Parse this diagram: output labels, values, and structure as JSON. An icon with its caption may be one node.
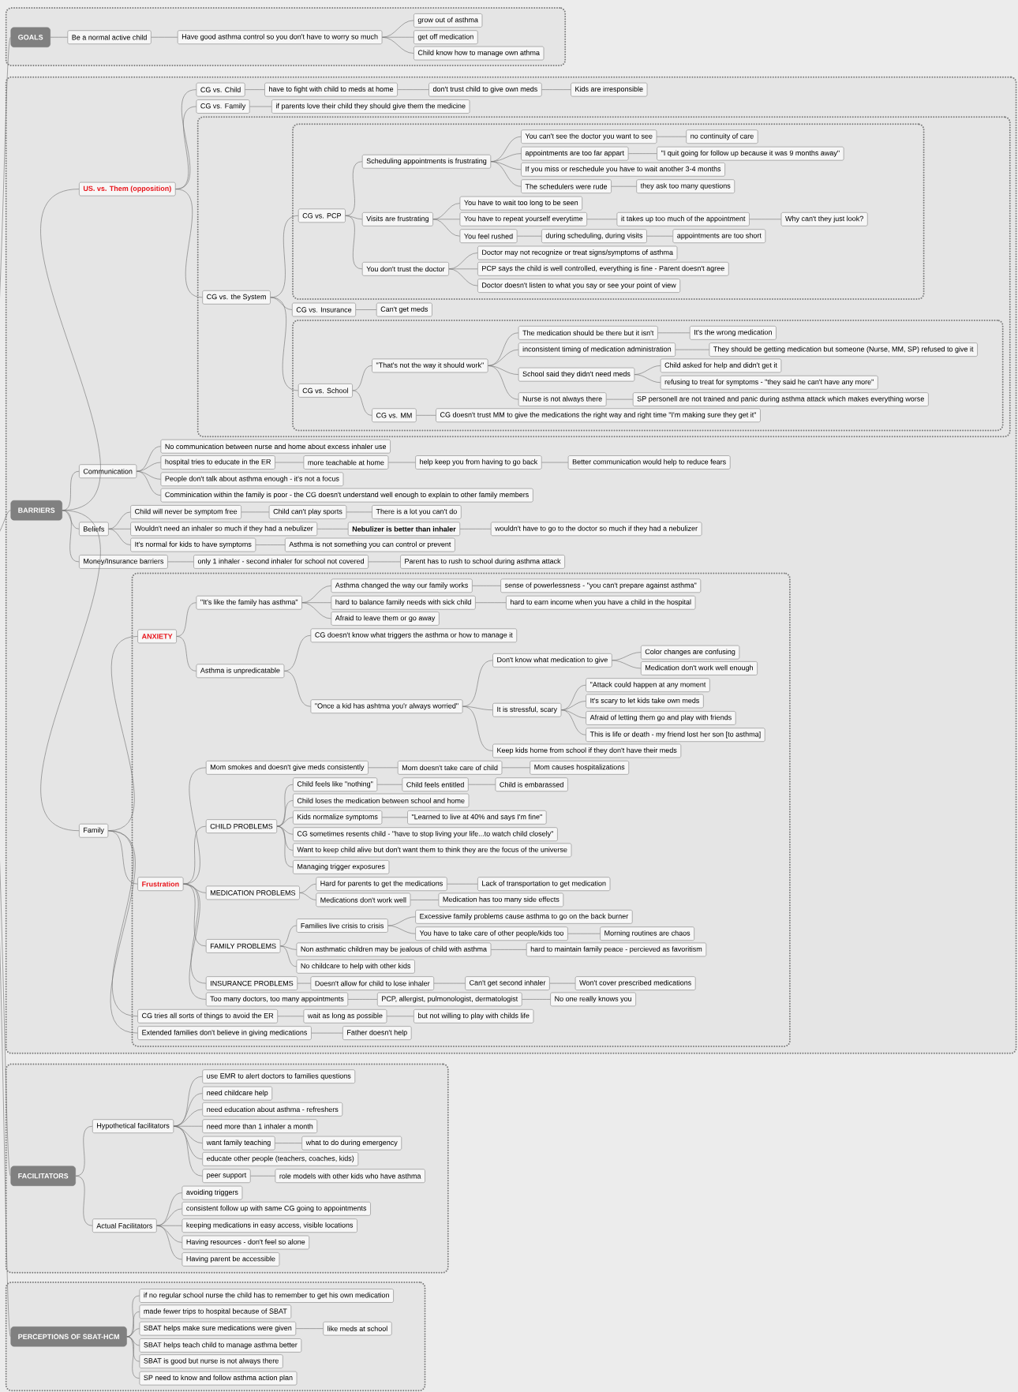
{
  "diagram": {
    "nodes": [
      {
        "text": [],
        "shape": "box"
      },
      {
        "text": [
          "GOALS"
        ],
        "in": 0
      },
      {
        "text": [
          "Be a normal active child"
        ],
        "in": 0
      },
      {
        "text": [
          "Have good asthma control so you don't have to worry so much"
        ],
        "in": 0
      },
      {
        "text": [
          "grow out of asthma"
        ],
        "in": 0
      },
      {
        "text": [
          "get off medication"
        ],
        "in": 0
      },
      {
        "text": [
          "Child know how to manage own athma"
        ],
        "in": 0
      },
      {
        "text": [],
        "shape": "box"
      },
      {
        "text": [
          "BARRIERS"
        ],
        "in": 7
      },
      {
        "text": [
          "US. vs. Them (opposition)"
        ],
        "in": 7
      },
      {
        "text": [
          "CG vs. Child"
        ],
        "in": 7
      },
      {
        "text": [
          "have to fight with child to meds at home"
        ],
        "in": 7
      },
      {
        "text": [
          "don't trust child to give own meds"
        ],
        "in": 7
      },
      {
        "text": [
          "Kids are irresponsible"
        ],
        "in": 7
      },
      {
        "text": [
          "CG vs. Family"
        ],
        "in": 7
      },
      {
        "text": [
          "if parents love their child they should give them the medicine"
        ],
        "in": 7
      },
      {
        "text": [],
        "shape": "box",
        "in": 7
      },
      {
        "text": [
          "CG vs. the System"
        ],
        "in": 16
      },
      {
        "text": [],
        "shape": "box",
        "in": 16
      },
      {
        "text": [
          "CG vs. PCP"
        ],
        "in": 18
      },
      {
        "text": [
          "Scheduling appointments is frustrating"
        ],
        "in": 18
      },
      {
        "text": [
          "You can't see the doctor you want to see"
        ],
        "in": 18
      },
      {
        "text": [
          "no continuity of care"
        ],
        "in": 18
      },
      {
        "text": [
          "appointments are too far appart"
        ],
        "in": 18
      },
      {
        "text": [
          "\"I quit going for follow up because it was 9 months away\""
        ],
        "in": 18
      },
      {
        "text": [
          "If you miss or reschedule you have to wait another 3-4 months"
        ],
        "in": 18
      },
      {
        "text": [
          "The schedulers were rude"
        ],
        "in": 18
      },
      {
        "text": [
          "they ask too many questions"
        ],
        "in": 18
      },
      {
        "text": [
          "Visits are frustrating"
        ],
        "in": 18
      },
      {
        "text": [
          "You have to wait too long to be seen"
        ],
        "in": 18
      },
      {
        "text": [
          "You have to repeat yourself everytime"
        ],
        "in": 18
      },
      {
        "text": [
          "it takes up too much of the appointment"
        ],
        "in": 18
      },
      {
        "text": [
          "Why can't they just look?"
        ],
        "in": 18
      },
      {
        "text": [
          "You feel rushed"
        ],
        "in": 18
      },
      {
        "text": [
          "during scheduling, during visits"
        ],
        "in": 18
      },
      {
        "text": [
          "appointments are too short"
        ],
        "in": 18
      },
      {
        "text": [
          "You don't trust the doctor"
        ],
        "in": 18
      },
      {
        "text": [
          "Doctor may not recognize or treat signs/symptoms of asthma"
        ],
        "in": 18
      },
      {
        "text": [
          "PCP says the child is well controlled, everything is fine - Parent doesn't agree"
        ],
        "in": 18
      },
      {
        "text": [
          "Doctor doesn't listen to what you say or see your point of view"
        ],
        "in": 18
      },
      {
        "text": [
          "CG vs. Insurance"
        ],
        "in": 16
      },
      {
        "text": [
          "Can't get meds"
        ],
        "in": 16
      },
      {
        "text": [],
        "shape": "box",
        "in": 16
      },
      {
        "text": [
          "CG vs. School"
        ],
        "in": 42
      },
      {
        "text": [
          "\"That's not the way it should work\""
        ],
        "in": 42
      },
      {
        "text": [
          "The medication should be there but it isn't"
        ],
        "in": 42
      },
      {
        "text": [
          "It's the wrong medication"
        ],
        "in": 42
      },
      {
        "text": [
          "inconsistent timing of medication administration"
        ],
        "in": 42
      },
      {
        "text": [
          "They should be getting medication but someone (Nurse, MM, SP) refused to give it"
        ],
        "in": 42
      },
      {
        "text": [
          "School said they didn't need meds"
        ],
        "in": 42
      },
      {
        "text": [
          "Child asked for help and didn't get it"
        ],
        "in": 42
      },
      {
        "text": [
          "refusing to treat for symptoms - \"they said he can't have any more\""
        ],
        "in": 42
      },
      {
        "text": [
          "Nurse is not always there"
        ],
        "in": 42
      },
      {
        "text": [
          "SP personell are not trained and panic during asthma attack which makes everything worse"
        ],
        "in": 42
      },
      {
        "text": [
          "CG vs. MM"
        ],
        "in": 42
      },
      {
        "text": [
          "CG doesn't trust MM to give the medications the right way and right time \"I'm making sure they get it\""
        ],
        "in": 42
      },
      {
        "text": [
          "Communication"
        ],
        "in": 7
      },
      {
        "text": [
          "No communication between nurse and home about excess inhaler use"
        ],
        "in": 7
      },
      {
        "text": [
          "hospital tries to educate in the ER"
        ],
        "in": 7
      },
      {
        "text": [
          "more teachable at home"
        ],
        "in": 7
      },
      {
        "text": [
          "help keep you from having to go back"
        ],
        "in": 7
      },
      {
        "text": [
          "Better communication would help to reduce fears"
        ],
        "in": 7
      },
      {
        "text": [
          "People don't talk about asthma enough - it's not a focus"
        ],
        "in": 7
      },
      {
        "text": [
          "Comminication within the family is poor - the CG doesn't understand well enough to explain to other family members"
        ],
        "in": 7
      },
      {
        "text": [
          "Beliefs"
        ],
        "in": 7
      },
      {
        "text": [
          "Child will never be symptom free"
        ],
        "in": 7
      },
      {
        "text": [
          "Child can't play sports"
        ],
        "in": 7
      },
      {
        "text": [
          "There is a lot you can't do"
        ],
        "in": 7
      },
      {
        "text": [
          "Wouldn't need an inhaler so much if they had a nebulizer"
        ],
        "in": 7
      },
      {
        "text": [
          "Nebulizer is better than inhaler"
        ],
        "in": 7
      },
      {
        "text": [
          "wouldn't have to go to the doctor so much if they had a nebulizer"
        ],
        "in": 7
      },
      {
        "text": [
          "It's normal for kids to have symptoms"
        ],
        "in": 7
      },
      {
        "text": [
          "Asthma is not something you can control or prevent"
        ],
        "in": 7
      },
      {
        "text": [
          "Money/Insurance barriers"
        ],
        "in": 7
      },
      {
        "text": [
          "only 1 inhaler - second inhaler for school not covered"
        ],
        "in": 7
      },
      {
        "text": [
          "Parent has to rush to school during asthma attack"
        ],
        "in": 7
      },
      {
        "text": [
          "Family"
        ],
        "in": 7
      },
      {
        "text": [],
        "shape": "box",
        "in": 7
      },
      {
        "text": [
          "ANXIETY"
        ],
        "in": 77
      },
      {
        "text": [
          "\"It's like the family has asthma\""
        ],
        "in": 77
      },
      {
        "text": [
          "Asthma changed the way our family works"
        ],
        "in": 77
      },
      {
        "text": [
          "sense of powerlessness - \"you can't prepare against asthma\""
        ],
        "in": 77
      },
      {
        "text": [
          "hard to balance family needs with sick child"
        ],
        "in": 77
      },
      {
        "text": [
          "hard to earn income when you have a child in the hospital"
        ],
        "in": 77
      },
      {
        "text": [
          "Afraid to leave them or go away"
        ],
        "in": 77
      },
      {
        "text": [
          "Asthma is unpredicatable"
        ],
        "in": 77
      },
      {
        "text": [
          "CG doesn't know what triggers the asthma or how to manage it"
        ],
        "in": 77
      },
      {
        "text": [
          "\"Once a kid has ashtma you'r always worried\""
        ],
        "in": 77
      },
      {
        "text": [
          "Don't know what medication to give"
        ],
        "in": 77
      },
      {
        "text": [
          "Color changes are confusing"
        ],
        "in": 77
      },
      {
        "text": [
          "Medication don't work well enough"
        ],
        "in": 77
      },
      {
        "text": [
          "It is stressful, scary"
        ],
        "in": 77
      },
      {
        "text": [
          "\"Attack could happen at any moment"
        ],
        "in": 77
      },
      {
        "text": [
          "It's scary to let kids take own meds"
        ],
        "in": 77
      },
      {
        "text": [
          "Afraid of letting them go and play with friends"
        ],
        "in": 77
      },
      {
        "text": [
          "This is life or death - my friend lost her son [to asthma]"
        ],
        "in": 77
      },
      {
        "text": [
          "Keep kids home from school if they don't have their meds"
        ],
        "in": 77
      },
      {
        "text": [
          "Frustration"
        ],
        "in": 77
      },
      {
        "text": [
          "Mom smokes and doesn't give meds consistently"
        ],
        "in": 77
      },
      {
        "text": [
          "Mom doesn't take care of child"
        ],
        "in": 77
      },
      {
        "text": [
          "Mom causes hospitalizations"
        ],
        "in": 77
      },
      {
        "text": [
          "CHILD PROBLEMS"
        ],
        "in": 77
      },
      {
        "text": [
          "Child feels like \"nothing\""
        ],
        "in": 77
      },
      {
        "text": [
          "Child feels entitled"
        ],
        "in": 77
      },
      {
        "text": [
          "Child is embarassed"
        ],
        "in": 77
      },
      {
        "text": [
          "Child loses the medication between school and home"
        ],
        "in": 77
      },
      {
        "text": [
          "Kids normalize symptoms"
        ],
        "in": 77
      },
      {
        "text": [
          "\"Learned to live at 40% and says I'm fine\""
        ],
        "in": 77
      },
      {
        "text": [
          "CG sometimes resents child - \"have to stop living your life...to watch child closely\""
        ],
        "in": 77
      },
      {
        "text": [
          "Want to keep child alive but don't want them to think they are the focus of the universe"
        ],
        "in": 77
      },
      {
        "text": [
          "Managing trigger exposures"
        ],
        "in": 77
      },
      {
        "text": [
          "MEDICATION PROBLEMS"
        ],
        "in": 77
      },
      {
        "text": [
          "Hard for parents to get the medications"
        ],
        "in": 77
      },
      {
        "text": [
          "Lack of transportation to get medication"
        ],
        "in": 77
      },
      {
        "text": [
          "Medications don't work well"
        ],
        "in": 77
      },
      {
        "text": [
          "Medication has too many side effects"
        ],
        "in": 77
      },
      {
        "text": [
          "FAMILY PROBLEMS"
        ],
        "in": 77
      },
      {
        "text": [
          "Families live crisis to crisis"
        ],
        "in": 77
      },
      {
        "text": [
          "Excessive family problems cause asthma to go on the back burner"
        ],
        "in": 77
      },
      {
        "text": [
          "You have to take care of other people/kids too"
        ],
        "in": 77
      },
      {
        "text": [
          "Morning routines are chaos"
        ],
        "in": 77
      },
      {
        "text": [
          "Non asthmatic children may be jealous of child with asthma"
        ],
        "in": 77
      },
      {
        "text": [
          "hard to maintain family peace - percieved as favoritism"
        ],
        "in": 77
      },
      {
        "text": [
          "No childcare to help with other kids"
        ],
        "in": 77
      },
      {
        "text": [
          "INSURANCE PROBLEMS"
        ],
        "in": 77
      },
      {
        "text": [
          "Doesn't allow for child to lose inhaler"
        ],
        "in": 77
      },
      {
        "text": [
          "Can't get second inhaler"
        ],
        "in": 77
      },
      {
        "text": [
          "Won't cover prescribed medications"
        ],
        "in": 77
      },
      {
        "text": [
          "Too many doctors, too many appointments"
        ],
        "in": 77
      },
      {
        "text": [
          "PCP, allergist, pulmonologist, dermatologist"
        ],
        "in": 77
      },
      {
        "text": [
          "No one really knows you"
        ],
        "in": 77
      },
      {
        "text": [
          "CG tries all sorts of things to avoid the ER"
        ],
        "in": 77
      },
      {
        "text": [
          "wait as long as possible"
        ],
        "in": 77
      },
      {
        "text": [
          "but not willing to play with childs life"
        ],
        "in": 77
      },
      {
        "text": [
          "Extended families don't believe in giving medications"
        ],
        "in": 77
      },
      {
        "text": [
          "Father doesn't help"
        ],
        "in": 77
      },
      {
        "text": [],
        "shape": "box"
      },
      {
        "text": [
          "FACILITATORS"
        ],
        "in": 136
      },
      {
        "text": [
          "Hypothetical facilitators"
        ],
        "in": 136
      },
      {
        "text": [
          "use EMR to alert doctors to families questions"
        ],
        "in": 136
      },
      {
        "text": [
          "need childcare help"
        ],
        "in": 136
      },
      {
        "text": [
          "need education about asthma - refreshers"
        ],
        "in": 136
      },
      {
        "text": [
          "need more than 1 inhaler a month"
        ],
        "in": 136
      },
      {
        "text": [
          "want family teaching"
        ],
        "in": 136
      },
      {
        "text": [
          "what to do during emergency"
        ],
        "in": 136
      },
      {
        "text": [
          "educate other people (teachers, coaches, kids)"
        ],
        "in": 136
      },
      {
        "text": [
          "peer support"
        ],
        "in": 136
      },
      {
        "text": [
          "role models with other kids who have asthma"
        ],
        "in": 136
      },
      {
        "text": [
          "Actual Facilitators"
        ],
        "in": 136
      },
      {
        "text": [
          "avoiding triggers"
        ],
        "in": 136
      },
      {
        "text": [
          "consistent follow up with same CG going to appointments"
        ],
        "in": 136
      },
      {
        "text": [
          "keeping medications in easy access, visible locations"
        ],
        "in": 136
      },
      {
        "text": [
          "Having resources - don't feel so alone"
        ],
        "in": 136
      },
      {
        "text": [
          "Having parent be accessible"
        ],
        "in": 136
      },
      {
        "text": [],
        "shape": "box"
      },
      {
        "text": [
          "PERCEPTIONS OF SBAT-HCM"
        ],
        "in": 154
      },
      {
        "text": [
          "if no regular school nurse the child has to remember to get his own medication"
        ],
        "in": 154
      },
      {
        "text": [
          "made fewer trips to hospital because of SBAT"
        ],
        "in": 154
      },
      {
        "text": [
          "SBAT helps make sure medications were given"
        ],
        "in": 154
      },
      {
        "text": [
          "like meds at school"
        ],
        "in": 154
      },
      {
        "text": [
          "SBAT helps teach child to manage asthma better"
        ],
        "in": 154
      },
      {
        "text": [
          "SBAT is good but nurse is not always there"
        ],
        "in": 154
      },
      {
        "text": [
          "SP need to know and follow asthma action plan"
        ],
        "in": 154
      }
    ],
    "edges": [
      {
        "from": null,
        "to": 1,
        "arrow": "none"
      },
      {
        "from": 1,
        "to": 2,
        "arrow": "none"
      },
      {
        "from": 2,
        "to": 3,
        "arrow": "none"
      },
      {
        "from": 3,
        "to": 4,
        "arrow": "none"
      },
      {
        "from": 3,
        "to": 5,
        "arrow": "none"
      },
      {
        "from": 3,
        "to": 6,
        "arrow": "none"
      },
      {
        "from": null,
        "to": 8,
        "arrow": "none"
      },
      {
        "from": 8,
        "to": 9,
        "arrow": "none"
      },
      {
        "from": 9,
        "to": 10,
        "arrow": "none"
      },
      {
        "from": 10,
        "to": 11,
        "arrow": "none"
      },
      {
        "from": 11,
        "to": 12,
        "arrow": "none"
      },
      {
        "from": 12,
        "to": 13,
        "arrow": "none"
      },
      {
        "from": 9,
        "to": 14,
        "arrow": "none"
      },
      {
        "from": 14,
        "to": 15,
        "arrow": "none"
      },
      {
        "from": 9,
        "to": 17,
        "arrow": "none"
      },
      {
        "from": 17,
        "to": 19,
        "arrow": "none"
      },
      {
        "from": 19,
        "to": 20,
        "arrow": "none"
      },
      {
        "from": 20,
        "to": 21,
        "arrow": "none"
      },
      {
        "from": 21,
        "to": 22,
        "arrow": "none"
      },
      {
        "from": 20,
        "to": 23,
        "arrow": "none"
      },
      {
        "from": 23,
        "to": 24,
        "arrow": "none"
      },
      {
        "from": 20,
        "to": 25,
        "arrow": "none"
      },
      {
        "from": 20,
        "to": 26,
        "arrow": "none"
      },
      {
        "from": 26,
        "to": 27,
        "arrow": "none"
      },
      {
        "from": 19,
        "to": 28,
        "arrow": "none"
      },
      {
        "from": 28,
        "to": 29,
        "arrow": "none"
      },
      {
        "from": 28,
        "to": 30,
        "arrow": "none"
      },
      {
        "from": 30,
        "to": 31,
        "arrow": "none"
      },
      {
        "from": 31,
        "to": 32,
        "arrow": "none"
      },
      {
        "from": 28,
        "to": 33,
        "arrow": "none"
      },
      {
        "from": 33,
        "to": 34,
        "arrow": "none"
      },
      {
        "from": 34,
        "to": 35,
        "arrow": "none"
      },
      {
        "from": 19,
        "to": 36,
        "arrow": "none"
      },
      {
        "from": 36,
        "to": 37,
        "arrow": "none"
      },
      {
        "from": 36,
        "to": 38,
        "arrow": "none"
      },
      {
        "from": 36,
        "to": 39,
        "arrow": "none"
      },
      {
        "from": 17,
        "to": 40,
        "arrow": "none"
      },
      {
        "from": 40,
        "to": 41,
        "arrow": "none"
      },
      {
        "from": 17,
        "to": 43,
        "arrow": "none"
      },
      {
        "from": 43,
        "to": 44,
        "arrow": "none"
      },
      {
        "from": 44,
        "to": 45,
        "arrow": "none"
      },
      {
        "from": 45,
        "to": 46,
        "arrow": "none"
      },
      {
        "from": 44,
        "to": 47,
        "arrow": "none"
      },
      {
        "from": 47,
        "to": 48,
        "arrow": "none"
      },
      {
        "from": 44,
        "to": 49,
        "arrow": "none"
      },
      {
        "from": 49,
        "to": 50,
        "arrow": "none"
      },
      {
        "from": 49,
        "to": 51,
        "arrow": "none"
      },
      {
        "from": 44,
        "to": 52,
        "arrow": "none"
      },
      {
        "from": 52,
        "to": 53,
        "arrow": "none"
      },
      {
        "from": 43,
        "to": 54,
        "arrow": "none"
      },
      {
        "from": 54,
        "to": 55,
        "arrow": "none"
      },
      {
        "from": 8,
        "to": 56,
        "arrow": "none"
      },
      {
        "from": 56,
        "to": 57,
        "arrow": "none"
      },
      {
        "from": 56,
        "to": 58,
        "arrow": "none"
      },
      {
        "from": 58,
        "to": 59,
        "arrow": "none"
      },
      {
        "from": 59,
        "to": 60,
        "arrow": "none"
      },
      {
        "from": 60,
        "to": 61,
        "arrow": "none"
      },
      {
        "from": 56,
        "to": 62,
        "arrow": "none"
      },
      {
        "from": 56,
        "to": 63,
        "arrow": "none"
      },
      {
        "from": 8,
        "to": 64,
        "arrow": "none"
      },
      {
        "from": 64,
        "to": 65,
        "arrow": "none"
      },
      {
        "from": 65,
        "to": 66,
        "arrow": "none"
      },
      {
        "from": 66,
        "to": 67,
        "arrow": "none"
      },
      {
        "from": 64,
        "to": 68,
        "arrow": "none"
      },
      {
        "from": 68,
        "to": 69,
        "arrow": "none"
      },
      {
        "from": 69,
        "to": 70,
        "arrow": "none"
      },
      {
        "from": 64,
        "to": 71,
        "arrow": "none"
      },
      {
        "from": 71,
        "to": 72,
        "arrow": "none"
      },
      {
        "from": 8,
        "to": 73,
        "arrow": "none"
      },
      {
        "from": 73,
        "to": 74,
        "arrow": "none"
      },
      {
        "from": 74,
        "to": 75,
        "arrow": "none"
      },
      {
        "from": 8,
        "to": 76,
        "arrow": "none"
      },
      {
        "from": 76,
        "to": 78,
        "arrow": "none"
      },
      {
        "from": 78,
        "to": 79,
        "arrow": "none"
      },
      {
        "from": 79,
        "to": 80,
        "arrow": "none"
      },
      {
        "from": 80,
        "to": 81,
        "arrow": "none"
      },
      {
        "from": 79,
        "to": 82,
        "arrow": "none"
      },
      {
        "from": 82,
        "to": 83,
        "arrow": "none"
      },
      {
        "from": 79,
        "to": 84,
        "arrow": "none"
      },
      {
        "from": 78,
        "to": 85,
        "arrow": "none"
      },
      {
        "from": 85,
        "to": 86,
        "arrow": "none"
      },
      {
        "from": 85,
        "to": 87,
        "arrow": "none"
      },
      {
        "from": 87,
        "to": 88,
        "arrow": "none"
      },
      {
        "from": 88,
        "to": 89,
        "arrow": "none"
      },
      {
        "from": 88,
        "to": 90,
        "arrow": "none"
      },
      {
        "from": 87,
        "to": 91,
        "arrow": "none"
      },
      {
        "from": 91,
        "to": 92,
        "arrow": "none"
      },
      {
        "from": 91,
        "to": 93,
        "arrow": "none"
      },
      {
        "from": 91,
        "to": 94,
        "arrow": "none"
      },
      {
        "from": 91,
        "to": 95,
        "arrow": "none"
      },
      {
        "from": 87,
        "to": 96,
        "arrow": "none"
      },
      {
        "from": 76,
        "to": 97,
        "arrow": "none"
      },
      {
        "from": 97,
        "to": 98,
        "arrow": "none"
      },
      {
        "from": 98,
        "to": 99,
        "arrow": "none"
      },
      {
        "from": 99,
        "to": 100,
        "arrow": "none"
      },
      {
        "from": 97,
        "to": 101,
        "arrow": "none"
      },
      {
        "from": 101,
        "to": 102,
        "arrow": "none"
      },
      {
        "from": 102,
        "to": 103,
        "arrow": "none"
      },
      {
        "from": 103,
        "to": 104,
        "arrow": "none"
      },
      {
        "from": 101,
        "to": 105,
        "arrow": "none"
      },
      {
        "from": 101,
        "to": 106,
        "arrow": "none"
      },
      {
        "from": 106,
        "to": 107,
        "arrow": "none"
      },
      {
        "from": 101,
        "to": 108,
        "arrow": "none"
      },
      {
        "from": 101,
        "to": 109,
        "arrow": "none"
      },
      {
        "from": 101,
        "to": 110,
        "arrow": "none"
      },
      {
        "from": 97,
        "to": 111,
        "arrow": "none"
      },
      {
        "from": 111,
        "to": 112,
        "arrow": "none"
      },
      {
        "from": 112,
        "to": 113,
        "arrow": "none"
      },
      {
        "from": 111,
        "to": 114,
        "arrow": "none"
      },
      {
        "from": 114,
        "to": 115,
        "arrow": "none"
      },
      {
        "from": 97,
        "to": 116,
        "arrow": "none"
      },
      {
        "from": 116,
        "to": 117,
        "arrow": "none"
      },
      {
        "from": 117,
        "to": 118,
        "arrow": "none"
      },
      {
        "from": 117,
        "to": 119,
        "arrow": "none"
      },
      {
        "from": 119,
        "to": 120,
        "arrow": "none"
      },
      {
        "from": 116,
        "to": 121,
        "arrow": "none"
      },
      {
        "from": 121,
        "to": 122,
        "arrow": "none"
      },
      {
        "from": 116,
        "to": 123,
        "arrow": "none"
      },
      {
        "from": 97,
        "to": 124,
        "arrow": "none"
      },
      {
        "from": 124,
        "to": 125,
        "arrow": "none"
      },
      {
        "from": 125,
        "to": 126,
        "arrow": "none"
      },
      {
        "from": 126,
        "to": 127,
        "arrow": "none"
      },
      {
        "from": 97,
        "to": 128,
        "arrow": "none"
      },
      {
        "from": 128,
        "to": 129,
        "arrow": "none"
      },
      {
        "from": 129,
        "to": 130,
        "arrow": "none"
      },
      {
        "from": 76,
        "to": 131,
        "arrow": "none"
      },
      {
        "from": 131,
        "to": 132,
        "arrow": "none"
      },
      {
        "from": 132,
        "to": 133,
        "arrow": "none"
      },
      {
        "from": 76,
        "to": 134,
        "arrow": "none"
      },
      {
        "from": 134,
        "to": 135,
        "arrow": "none"
      },
      {
        "from": null,
        "to": 137,
        "arrow": "none"
      },
      {
        "from": 137,
        "to": 138,
        "arrow": "none"
      },
      {
        "from": 138,
        "to": 139,
        "arrow": "none"
      },
      {
        "from": 138,
        "to": 140,
        "arrow": "none"
      },
      {
        "from": 138,
        "to": 141,
        "arrow": "none"
      },
      {
        "from": 138,
        "to": 142,
        "arrow": "none"
      },
      {
        "from": 138,
        "to": 143,
        "arrow": "none"
      },
      {
        "from": 143,
        "to": 144,
        "arrow": "none"
      },
      {
        "from": 138,
        "to": 145,
        "arrow": "none"
      },
      {
        "from": 138,
        "to": 146,
        "arrow": "none"
      },
      {
        "from": 146,
        "to": 147,
        "arrow": "none"
      },
      {
        "from": 137,
        "to": 148,
        "arrow": "none"
      },
      {
        "from": 148,
        "to": 149,
        "arrow": "none"
      },
      {
        "from": 148,
        "to": 150,
        "arrow": "none"
      },
      {
        "from": 148,
        "to": 151,
        "arrow": "none"
      },
      {
        "from": 148,
        "to": 152,
        "arrow": "none"
      },
      {
        "from": 148,
        "to": 153,
        "arrow": "none"
      },
      {
        "from": null,
        "to": 155,
        "arrow": "none"
      },
      {
        "from": 155,
        "to": 156,
        "arrow": "none"
      },
      {
        "from": 155,
        "to": 157,
        "arrow": "none"
      },
      {
        "from": 155,
        "to": 158,
        "arrow": "none"
      },
      {
        "from": 158,
        "to": 159,
        "arrow": "none"
      },
      {
        "from": 155,
        "to": 160,
        "arrow": "none"
      },
      {
        "from": 155,
        "to": 161,
        "arrow": "none"
      },
      {
        "from": 155,
        "to": 162,
        "arrow": "none"
      }
    ]
  }
}
